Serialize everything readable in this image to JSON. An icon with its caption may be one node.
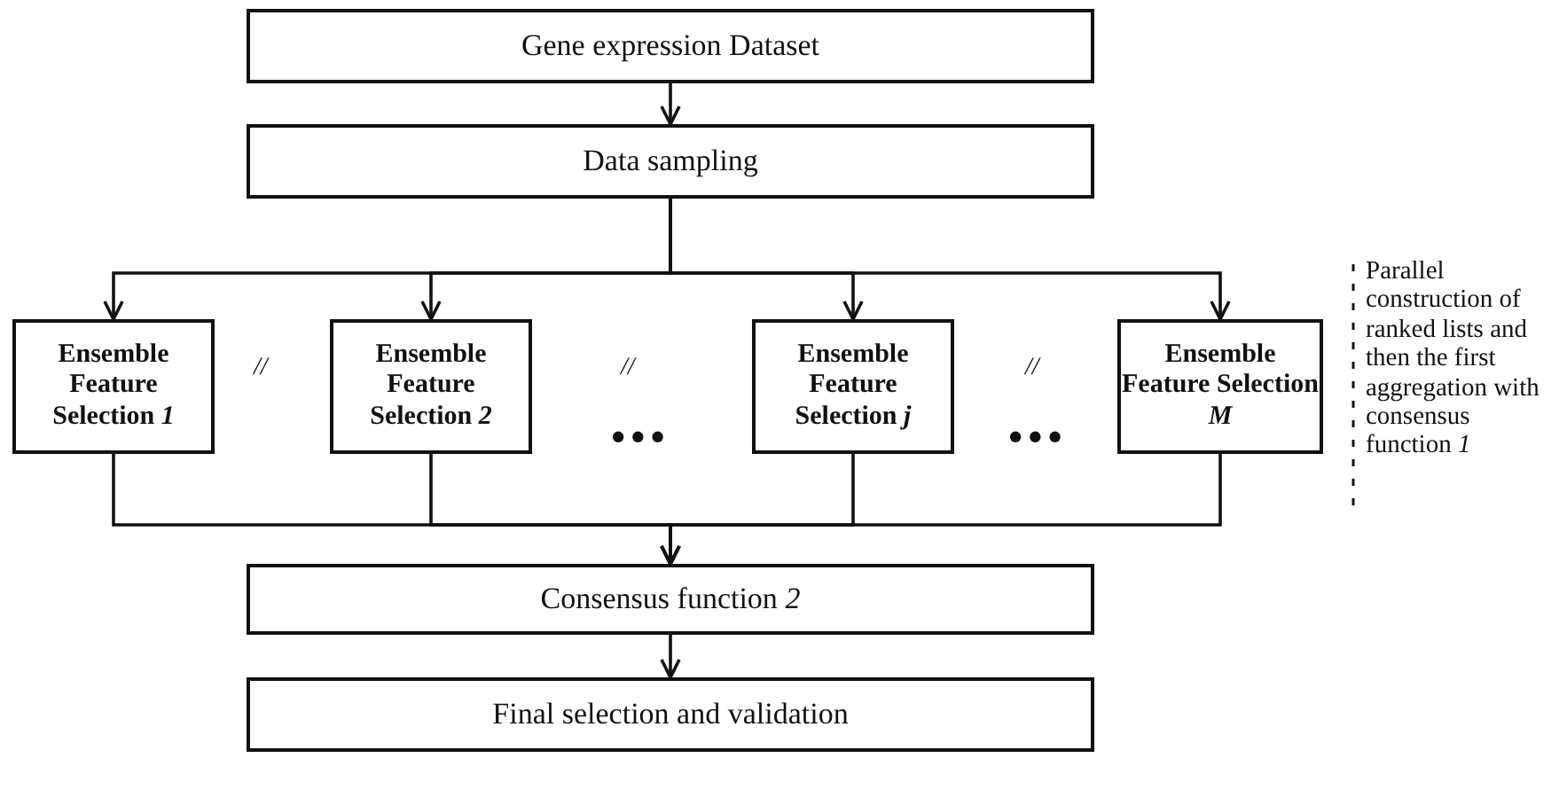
{
  "diagram": {
    "nodes": [
      {
        "text": [
          "Gene expression Dataset"
        ]
      },
      {
        "text": [
          "Data sampling"
        ]
      },
      {
        "text": [
          "Ensemble Feature Selection *1*"
        ]
      },
      {
        "text": [
          "Ensemble Feature Selection *2*"
        ]
      },
      {
        "text": [
          "Ensemble Feature Selection *j*"
        ]
      },
      {
        "text": [
          "Ensemble Feature Selection *M*"
        ]
      },
      {
        "text": [
          "Consensus function *2*"
        ]
      },
      {
        "text": [
          "Final selection and validation"
        ]
      }
    ],
    "edges": [
      {
        "from": 0,
        "to": 1,
        "arrow": "to"
      },
      {
        "from": 1,
        "to": 2,
        "arrow": "to"
      },
      {
        "from": 1,
        "to": 3,
        "arrow": "to"
      },
      {
        "from": 1,
        "to": 4,
        "arrow": "to"
      },
      {
        "from": 1,
        "to": 5,
        "arrow": "to"
      },
      {
        "from": 2,
        "to": 6,
        "arrow": "to"
      },
      {
        "from": 3,
        "to": 6,
        "arrow": "to"
      },
      {
        "from": 4,
        "to": 6,
        "arrow": "to"
      },
      {
        "from": 5,
        "to": 6,
        "arrow": "to"
      },
      {
        "from": 6,
        "to": 7,
        "arrow": "to"
      }
    ],
    "labels": [
      "//",
      "//",
      "//",
      "•••",
      "•••",
      "Parallel construction of ranked lists and then the first aggregation with consensus function *1*"
    ]
  }
}
